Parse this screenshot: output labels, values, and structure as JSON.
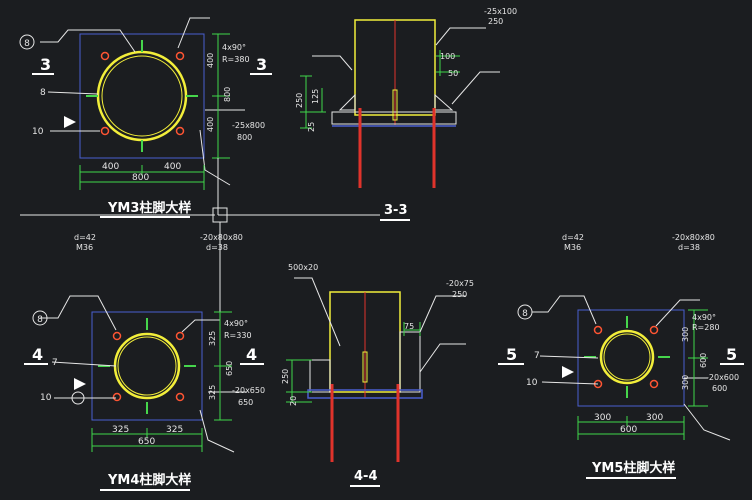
{
  "colors": {
    "background": "#1b1d20",
    "line": "#e6e6e6",
    "dimension": "#3fd64a",
    "column": "#f2ee3a",
    "bolt": "#e0332b",
    "base_plate": "#4a5fd0",
    "stiffener": "#46d64c",
    "hole": "#ff5533"
  },
  "top_row": {
    "detail_ym3": {
      "section_mark_left": "3",
      "section_mark_right": "3",
      "balloon_number": "8",
      "leader_7": "8",
      "leader_10": "10",
      "plate_spec_right": "-25x800",
      "plate_spec_right_2": "800",
      "weld_note": "4x90°",
      "radius_note": "R=380",
      "dim_400_top": "400",
      "dim_800_mid": "800",
      "dim_400_bot": "400",
      "dim_400_left": "400",
      "dim_400_right": "400",
      "dim_800_total": "800",
      "title": "YM3柱脚大样"
    },
    "section_3_3": {
      "title": "3-3",
      "top_cut_label": "-25x100",
      "top_cut_label_2": "250",
      "dim_100": "100",
      "dim_50": "50",
      "dim_125": "125",
      "dim_250": "250",
      "dim_25": "25"
    }
  },
  "middle_notes": {
    "left_note_1": "d=42",
    "left_note_2": "M36",
    "center_note_1": "-20x80x80",
    "center_note_2": "d=38",
    "right_note_1": "d=42",
    "right_note_2": "M36",
    "right_note_3": "-20x80x80",
    "right_note_4": "d=38"
  },
  "bottom_row": {
    "detail_ym4": {
      "section_mark_left": "4",
      "section_mark_right": "4",
      "balloon_number": "8",
      "leader_7": "7",
      "leader_10": "10",
      "weld_note": "4x90°",
      "radius_note": "R=330",
      "plate_spec": "-20x650",
      "plate_spec_2": "650",
      "dim_325_top": "325",
      "dim_650_mid": "650",
      "dim_325_bot": "325",
      "dim_325_left": "325",
      "dim_325_right": "325",
      "dim_650_total": "650",
      "title": "YM4柱脚大样"
    },
    "section_4_4": {
      "title": "4-4",
      "top_label": "500x20",
      "side_label": "-20x75",
      "side_label_2": "250",
      "dim_75": "75",
      "dim_250": "250",
      "dim_20": "20"
    },
    "detail_ym5": {
      "section_mark_left": "5",
      "section_mark_right": "5",
      "balloon_number": "8",
      "leader_7": "7",
      "leader_10": "10",
      "weld_note": "4x90°",
      "radius_note": "R=280",
      "plate_spec": "-20x600",
      "plate_spec_2": "600",
      "dim_300_top": "300",
      "dim_600_mid": "600",
      "dim_300_bot": "300",
      "dim_300_left": "300",
      "dim_300_right": "300",
      "dim_600_total": "600",
      "title": "YM5柱脚大样"
    }
  }
}
